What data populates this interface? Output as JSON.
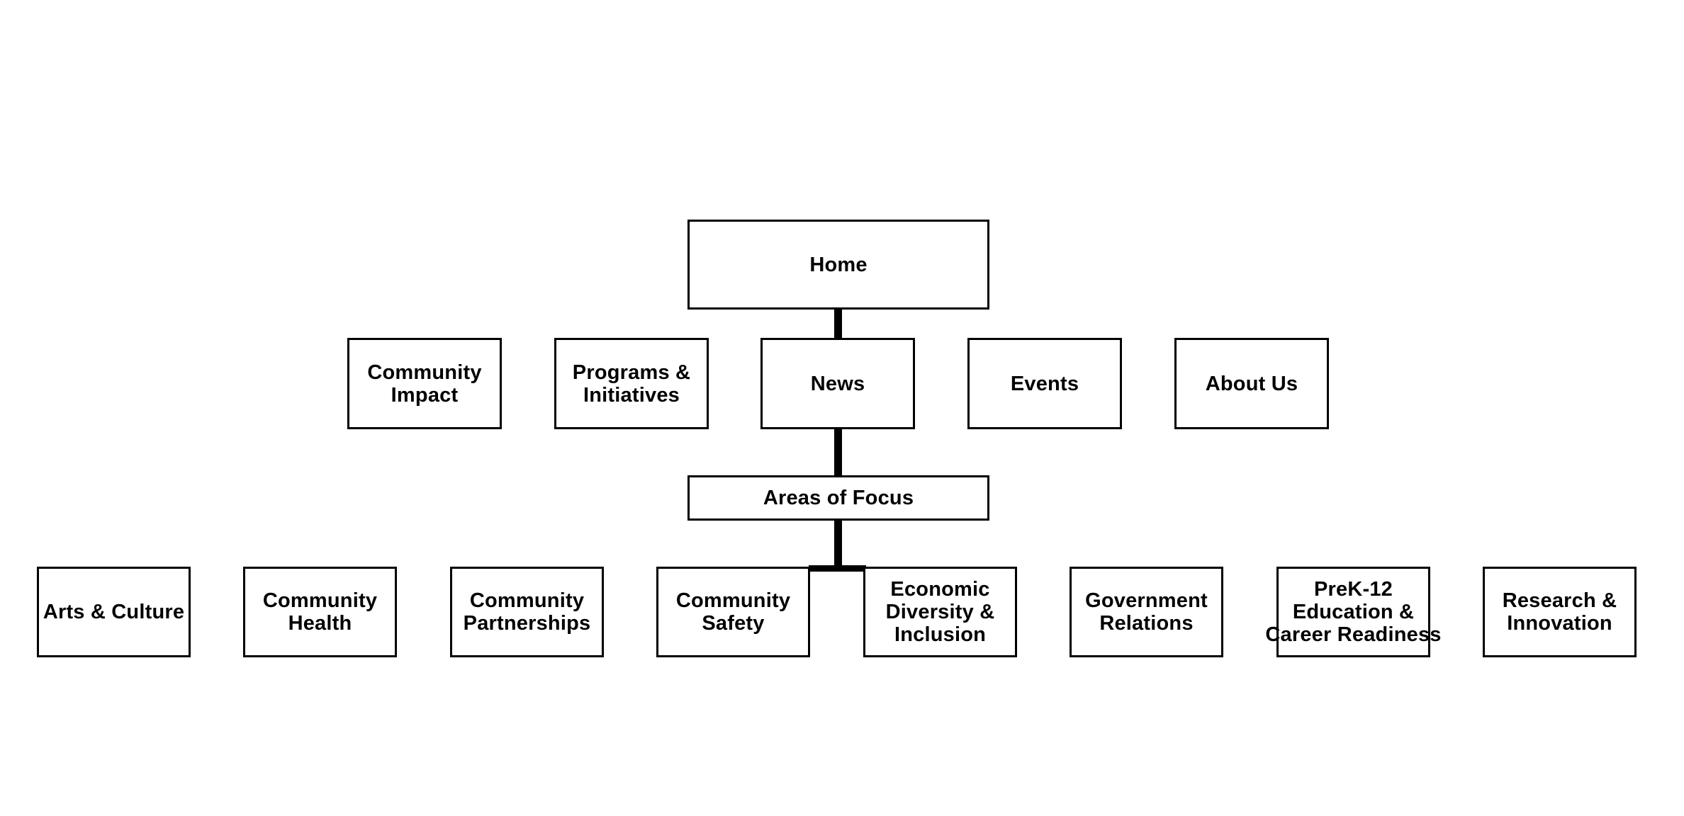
{
  "diagram": {
    "type": "sitemap-tree",
    "background_color": "#ffffff",
    "box_fill_color": "#ffffff",
    "box_border_color": "#000000",
    "connector_color": "#000000",
    "text_color": "#000000",
    "nodes": {
      "home": {
        "label": "Home",
        "lines": [
          "Home"
        ]
      },
      "community_impact": {
        "label": "Community Impact",
        "lines": [
          "Community",
          "Impact"
        ]
      },
      "programs_initiatives": {
        "label": "Programs & Initiatives",
        "lines": [
          "Programs &",
          "Initiatives"
        ]
      },
      "news": {
        "label": "News",
        "lines": [
          "News"
        ]
      },
      "events": {
        "label": "Events",
        "lines": [
          "Events"
        ]
      },
      "about_us": {
        "label": "About Us",
        "lines": [
          "About Us"
        ]
      },
      "areas_of_focus": {
        "label": "Areas of Focus",
        "lines": [
          "Areas of Focus"
        ]
      },
      "arts_culture": {
        "label": "Arts & Culture",
        "lines": [
          "Arts & Culture"
        ]
      },
      "community_health": {
        "label": "Community Health",
        "lines": [
          "Community",
          "Health"
        ]
      },
      "community_partnerships": {
        "label": "Community Partnerships",
        "lines": [
          "Community",
          "Partnerships"
        ]
      },
      "community_safety": {
        "label": "Community Safety",
        "lines": [
          "Community",
          "Safety"
        ]
      },
      "economic_diversity_inclusion": {
        "label": "Economic Diversity & Inclusion",
        "lines": [
          "Economic",
          "Diversity &",
          "Inclusion"
        ]
      },
      "government_relations": {
        "label": "Government Relations",
        "lines": [
          "Government",
          "Relations"
        ]
      },
      "prek12_education_career_readiness": {
        "label": "PreK-12 Education & Career Readiness",
        "lines": [
          "PreK-12",
          "Education &",
          "Career Readiness"
        ]
      },
      "research_innovation": {
        "label": "Research & Innovation",
        "lines": [
          "Research &",
          "Innovation"
        ]
      }
    },
    "connectors": [
      {
        "from": "home",
        "to": "news"
      },
      {
        "from": "news",
        "to": "areas_of_focus"
      },
      {
        "from": "areas_of_focus",
        "to": "bottom-row-junction"
      }
    ]
  }
}
